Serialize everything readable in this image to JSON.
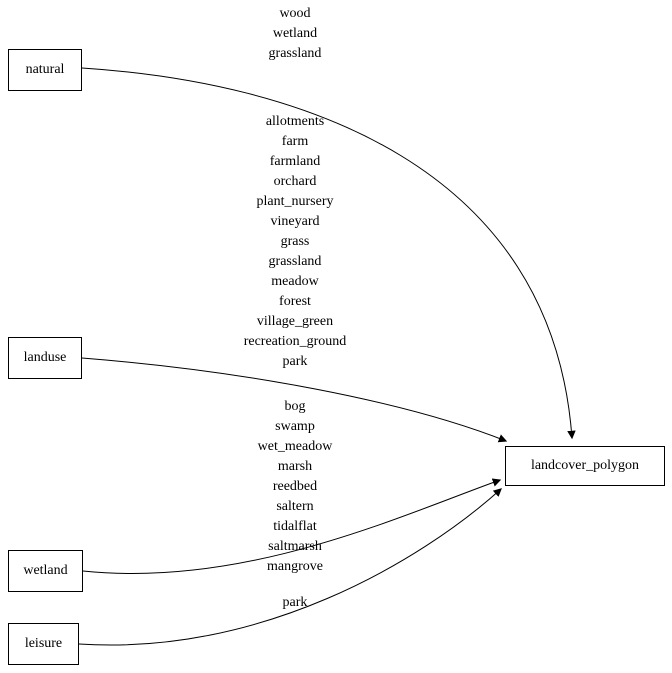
{
  "diagram": {
    "type": "graph",
    "direction": "left-to-right",
    "edge_color": "#000000",
    "node_border_color": "#000000",
    "node_fill_color": "#ffffff"
  },
  "nodes": [
    {
      "id": "natural",
      "label": "natural"
    },
    {
      "id": "landuse",
      "label": "landuse"
    },
    {
      "id": "wetland",
      "label": "wetland"
    },
    {
      "id": "leisure",
      "label": "leisure"
    },
    {
      "id": "landcover_polygon",
      "label": "landcover_polygon"
    }
  ],
  "edges": [
    {
      "from": "natural",
      "to": "landcover_polygon",
      "values": [
        "wood",
        "wetland",
        "grassland"
      ]
    },
    {
      "from": "landuse",
      "to": "landcover_polygon",
      "values": [
        "allotments",
        "farm",
        "farmland",
        "orchard",
        "plant_nursery",
        "vineyard",
        "grass",
        "grassland",
        "meadow",
        "forest",
        "village_green",
        "recreation_ground",
        "park"
      ]
    },
    {
      "from": "wetland",
      "to": "landcover_polygon",
      "values": [
        "bog",
        "swamp",
        "wet_meadow",
        "marsh",
        "reedbed",
        "saltern",
        "tidalflat",
        "saltmarsh",
        "mangrove"
      ]
    },
    {
      "from": "leisure",
      "to": "landcover_polygon",
      "values": [
        "park"
      ]
    }
  ]
}
